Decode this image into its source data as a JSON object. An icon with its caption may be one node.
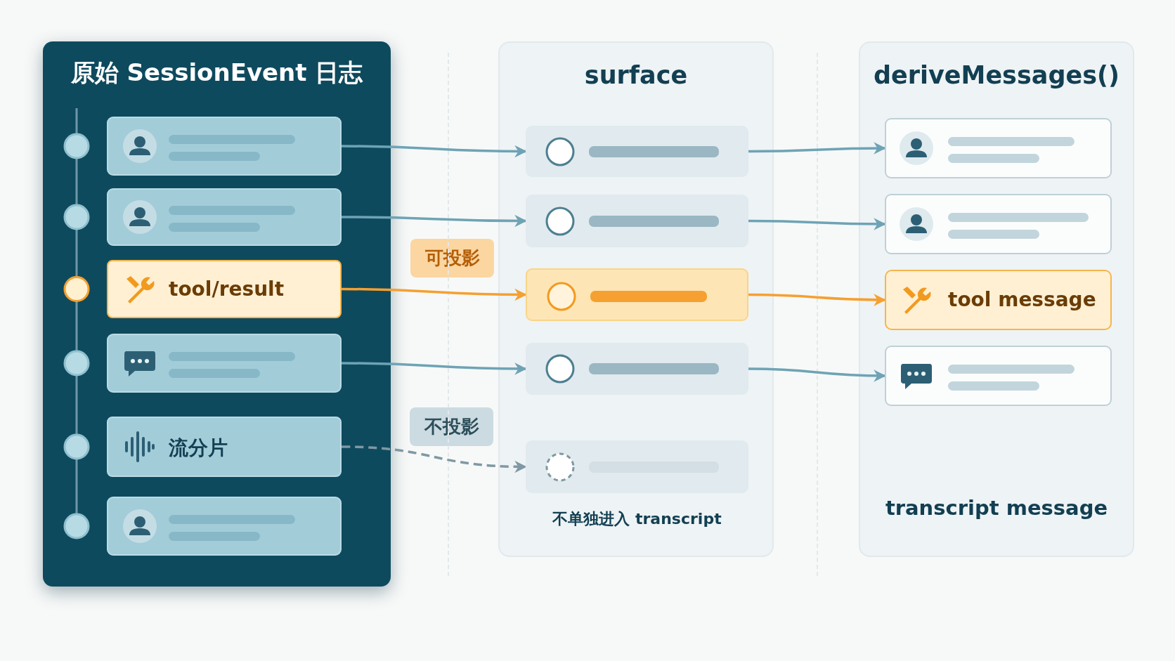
{
  "diagram": {
    "nodes": [
      {
        "text": [
          "原始 SessionEvent 日志"
        ]
      },
      {
        "text": [],
        "shape": "box",
        "in": 0
      },
      {
        "text": [],
        "shape": "box",
        "in": 0
      },
      {
        "text": [
          "tool/result"
        ],
        "in": 0
      },
      {
        "text": [],
        "shape": "box",
        "in": 0
      },
      {
        "text": [
          "流分片"
        ],
        "in": 0
      },
      {
        "text": [],
        "shape": "box",
        "in": 0
      },
      {
        "text": [
          "surface"
        ]
      },
      {
        "text": [],
        "shape": "box",
        "in": 7
      },
      {
        "text": [],
        "shape": "box",
        "in": 7
      },
      {
        "text": [],
        "shape": "box",
        "in": 7
      },
      {
        "text": [],
        "shape": "box",
        "in": 7
      },
      {
        "text": [],
        "shape": "box",
        "in": 7,
        "beside": [
          "不单独进入 transcript"
        ]
      },
      {
        "text": [
          "deriveMessages()",
          "transcript message"
        ]
      },
      {
        "text": [],
        "shape": "box",
        "in": 13
      },
      {
        "text": [],
        "shape": "box",
        "in": 13
      },
      {
        "text": [
          "tool message"
        ],
        "in": 13
      },
      {
        "text": [],
        "shape": "box",
        "in": 13
      },
      {
        "text": [
          "可投影"
        ]
      },
      {
        "text": [
          "不投影"
        ]
      }
    ],
    "edges": [
      {
        "from": 1,
        "to": 8,
        "arrow": "to"
      },
      {
        "from": 2,
        "to": 9,
        "arrow": "to"
      },
      {
        "from": 3,
        "to": 10,
        "arrow": "to",
        "color": "#f5a030"
      },
      {
        "from": 4,
        "to": 11,
        "arrow": "to"
      },
      {
        "from": 5,
        "to": 12,
        "arrow": "to",
        "style": "dashed",
        "color": "#7f98a4"
      },
      {
        "from": 8,
        "to": 14,
        "arrow": "to"
      },
      {
        "from": 9,
        "to": 15,
        "arrow": "to"
      },
      {
        "from": 10,
        "to": 16,
        "arrow": "to",
        "color": "#f5a030"
      },
      {
        "from": 11,
        "to": 17,
        "arrow": "to"
      }
    ]
  }
}
